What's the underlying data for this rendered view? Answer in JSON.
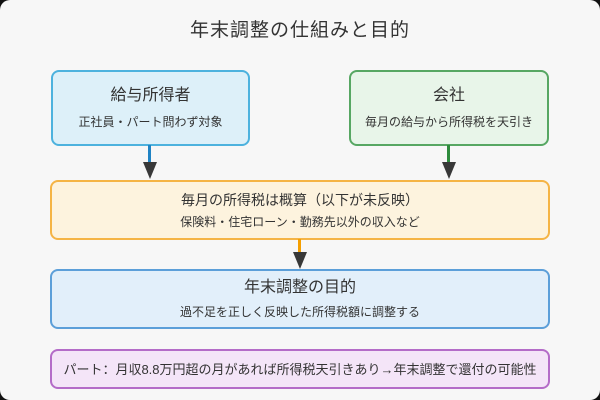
{
  "title": "年末調整の仕組みと目的",
  "nodes": {
    "employee": {
      "title": "給与所得者",
      "subtitle": "正社員・パート問わず対象"
    },
    "company": {
      "title": "会社",
      "subtitle": "毎月の給与から所得税を天引き"
    },
    "monthly": {
      "title": "毎月の所得税は概算（以下が未反映）",
      "subtitle": "保険料・住宅ローン・勤務先以外の収入など"
    },
    "purpose": {
      "title": "年末調整の目的",
      "subtitle": "過不足を正しく反映した所得税額に調整する"
    },
    "note": {
      "text": "パート：月収8.8万円超の月があれば所得税天引きあり→年末調整で還付の可能性"
    }
  },
  "colors": {
    "canvas_bg": "#f7f7f7",
    "text": "#333333",
    "employee_fill": "#ddf0f9",
    "employee_border": "#4db2de",
    "company_fill": "#e8f5e9",
    "company_border": "#57a763",
    "monthly_fill": "#fdf3de",
    "monthly_border": "#f5b445",
    "purpose_fill": "#e2effa",
    "purpose_border": "#5c9fd9",
    "note_fill": "#f4e5f8",
    "note_border": "#b46cc8",
    "edge_employee": "#1f83c4",
    "edge_company": "#2e8b3c",
    "edge_monthly": "#f59f00",
    "arrow_head": "#383838"
  }
}
